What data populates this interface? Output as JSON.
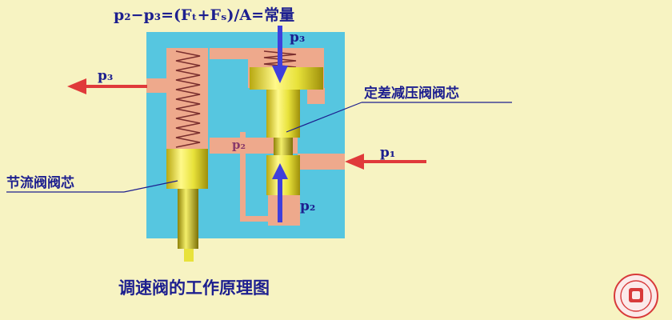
{
  "formula": "p₂−p₃=(Fₜ+Fₛ)/A=常量",
  "labels": {
    "p3_top": "p₃",
    "p3_left": "p₃",
    "p2_middle": "p₂",
    "p1_right": "p₁",
    "p2_bottom": "p₂",
    "diff_valve_core": "定差减压阀阀芯",
    "throttle_valve_core": "节流阀阀芯"
  },
  "title": "调速阀的工作原理图",
  "colors": {
    "background": "#f7f3c2",
    "body": "#56c6e0",
    "channel": "#eea98c",
    "spool": "#e8e23a",
    "arrow_blue": "#3f3fdc",
    "arrow_red": "#e03a3a",
    "text": "#1d1f8f"
  }
}
